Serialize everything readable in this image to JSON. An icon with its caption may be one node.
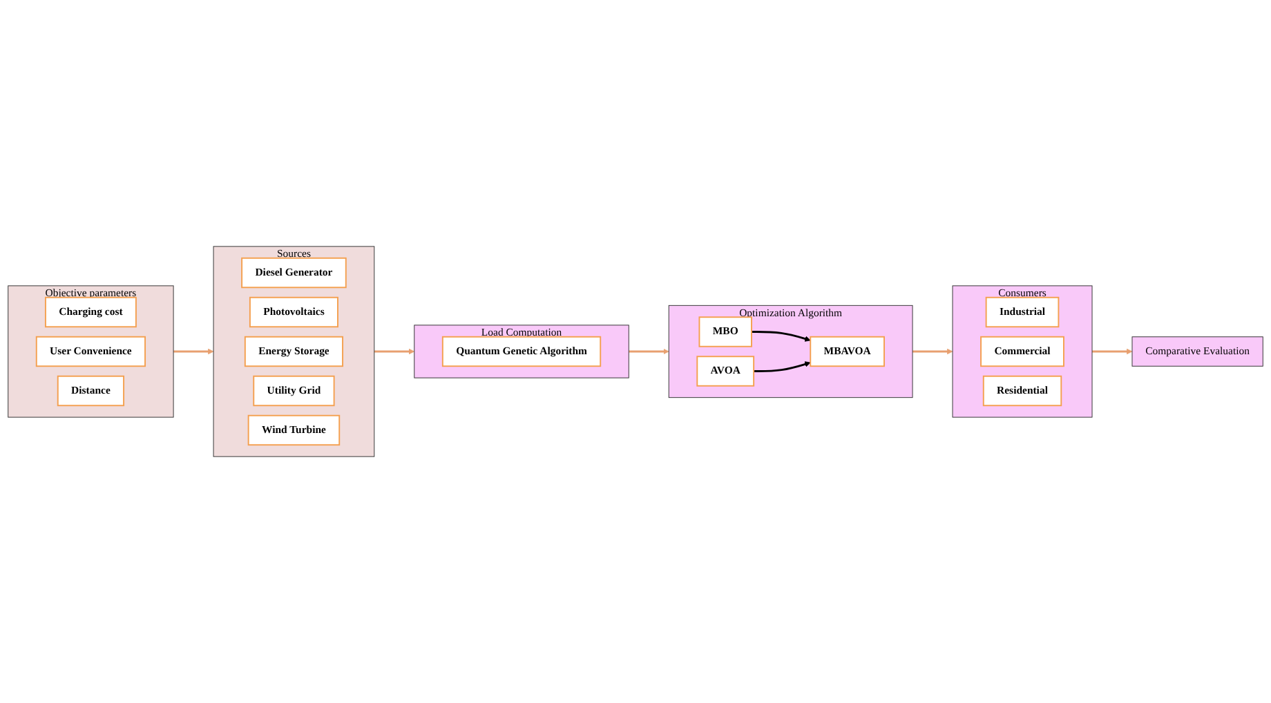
{
  "diagram": {
    "nodes": [
      {
        "text": [
          "Objective parameters"
        ]
      },
      {
        "text": [
          "Charging cost"
        ],
        "in": 0
      },
      {
        "text": [
          "User Convenience"
        ],
        "in": 0
      },
      {
        "text": [
          "Distance"
        ],
        "in": 0
      },
      {
        "text": [
          "Sources"
        ]
      },
      {
        "text": [
          "Diesel Generator"
        ],
        "in": 4
      },
      {
        "text": [
          "Photovoltaics"
        ],
        "in": 4
      },
      {
        "text": [
          "Energy Storage"
        ],
        "in": 4
      },
      {
        "text": [
          "Utility Grid"
        ],
        "in": 4
      },
      {
        "text": [
          "Wind Turbine"
        ],
        "in": 4
      },
      {
        "text": [
          "Load Computation"
        ]
      },
      {
        "text": [
          "Quantum Genetic Algorithm"
        ],
        "in": 10
      },
      {
        "text": [
          "Optimization Algorithm"
        ]
      },
      {
        "text": [
          "MBAVOA"
        ],
        "in": 12
      },
      {
        "text": [
          "MBO"
        ],
        "in": 12
      },
      {
        "text": [
          "AVOA"
        ],
        "in": 12
      },
      {
        "text": [
          "Consumers"
        ]
      },
      {
        "text": [
          "Industrial"
        ],
        "in": 16
      },
      {
        "text": [
          "Commercial"
        ],
        "in": 16
      },
      {
        "text": [
          "Residential"
        ],
        "in": 16
      },
      {
        "text": [
          "Comparative Evaluation"
        ]
      }
    ],
    "edges": [
      {
        "from": 0,
        "to": 4,
        "arrow": "to"
      },
      {
        "from": 4,
        "to": 10,
        "arrow": "to"
      },
      {
        "from": 10,
        "to": 12,
        "arrow": "to"
      },
      {
        "from": 12,
        "to": 16,
        "arrow": "to"
      },
      {
        "from": 16,
        "to": 20,
        "arrow": "to"
      },
      {
        "from": 14,
        "to": 13,
        "arrow": "to",
        "color": "#000000"
      },
      {
        "from": 15,
        "to": 13,
        "arrow": "to",
        "color": "#000000"
      }
    ]
  }
}
